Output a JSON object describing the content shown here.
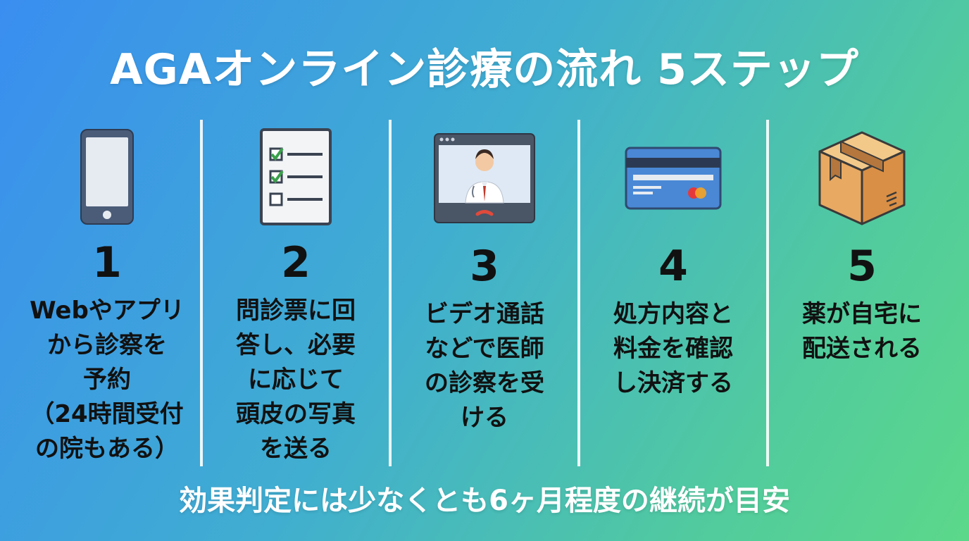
{
  "title": "AGAオンライン診療の流れ 5ステップ",
  "steps": [
    {
      "number": "1",
      "icon": "smartphone-icon",
      "text": "Webやアプリ\nから診察を\n予約\n（24時間受付\nの院もある）"
    },
    {
      "number": "2",
      "icon": "checklist-icon",
      "text": "問診票に回\n答し、必要\nに応じて\n頭皮の写真\nを送る"
    },
    {
      "number": "3",
      "icon": "video-call-doctor-icon",
      "text": "ビデオ通話\nなどで医師\nの診察を受\nける"
    },
    {
      "number": "4",
      "icon": "credit-card-icon",
      "text": "処方内容と\n料金を確認\nし決済する"
    },
    {
      "number": "5",
      "icon": "package-box-icon",
      "text": "薬が自宅に\n配送される"
    }
  ],
  "footer": "効果判定には少なくとも6ヶ月程度の継続が目安"
}
